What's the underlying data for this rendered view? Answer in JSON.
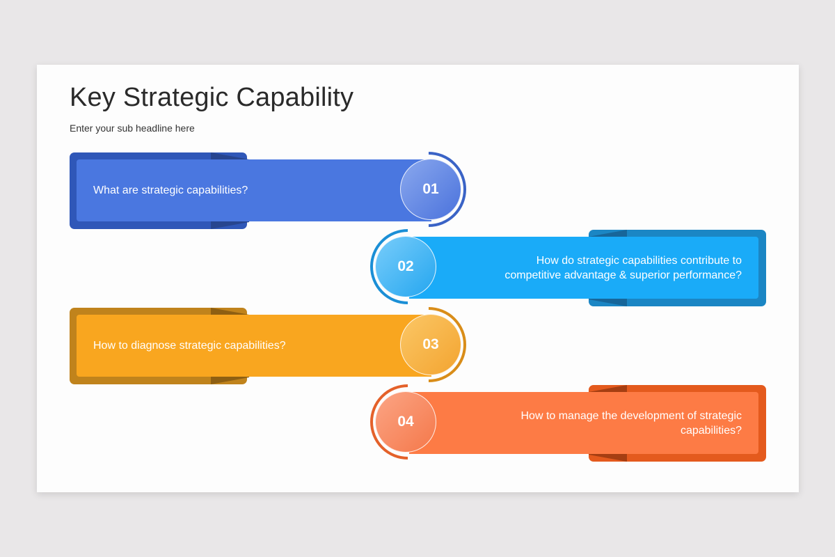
{
  "slide": {
    "title": "Key Strategic Capability",
    "subtitle": "Enter your sub headline here"
  },
  "items": [
    {
      "number": "01",
      "text": "What are strategic capabilities?",
      "side": "left",
      "colors": {
        "front": "#4a77e0",
        "back": "#2f57b8",
        "wedge": "#27458f",
        "circle_from": "#8aa8ee",
        "circle_to": "#4a72dc",
        "arc": "#3a63c6"
      }
    },
    {
      "number": "02",
      "text": "How do strategic capabilities contribute to competitive advantage & superior performance?",
      "side": "right",
      "colors": {
        "front": "#1aabf8",
        "back": "#1b86c4",
        "wedge": "#17669a",
        "circle_from": "#79cdfb",
        "circle_to": "#24a6ef",
        "arc": "#1b8fd6"
      }
    },
    {
      "number": "03",
      "text": "How to diagnose strategic capabilities?",
      "side": "left",
      "colors": {
        "front": "#f9a61f",
        "back": "#c0831c",
        "wedge": "#8e5f12",
        "circle_from": "#fbc766",
        "circle_to": "#f3a430",
        "arc": "#d98d19"
      }
    },
    {
      "number": "04",
      "text": "How to manage the development of strategic capabilities?",
      "side": "right",
      "colors": {
        "front": "#fd7b45",
        "back": "#e45a1d",
        "wedge": "#a53e12",
        "circle_from": "#fba585",
        "circle_to": "#f5784a",
        "arc": "#e4612a"
      }
    }
  ]
}
